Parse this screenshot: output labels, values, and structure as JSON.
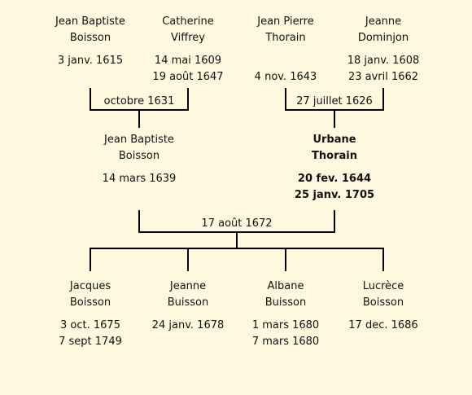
{
  "grandparents_paternal": {
    "father": {
      "first": "Jean Baptiste",
      "last": "Boisson",
      "birth": "3 janv. 1615",
      "death": ""
    },
    "mother": {
      "first": "Catherine",
      "last": "Viffrey",
      "birth": "14 mai 1609",
      "death": "19 août 1647"
    },
    "marriage": "octobre 1631"
  },
  "grandparents_maternal": {
    "father": {
      "first": "Jean Pierre",
      "last": "Thorain",
      "birth": "",
      "death": "4 nov. 1643"
    },
    "mother": {
      "first": "Jeanne",
      "last": "Dominjon",
      "birth": "18 janv. 1608",
      "death": "23 avril 1662"
    },
    "marriage": "27 juillet 1626"
  },
  "parents": {
    "husband": {
      "first": "Jean Baptiste",
      "last": "Boisson",
      "birth": "14 mars 1639",
      "death": ""
    },
    "wife": {
      "first": "Urbane",
      "last": "Thorain",
      "birth": "20 fev. 1644",
      "death": "25 janv. 1705"
    },
    "marriage": "17 août 1672"
  },
  "children": [
    {
      "first": "Jacques",
      "last": "Boisson",
      "birth": "3 oct. 1675",
      "death": "7 sept 1749"
    },
    {
      "first": "Jeanne",
      "last": "Buisson",
      "birth": "24 janv. 1678",
      "death": ""
    },
    {
      "first": "Albane",
      "last": "Buisson",
      "birth": "1 mars 1680",
      "death": "7 mars 1680"
    },
    {
      "first": "Lucrèce",
      "last": "Boisson",
      "birth": "17 dec. 1686",
      "death": ""
    }
  ]
}
